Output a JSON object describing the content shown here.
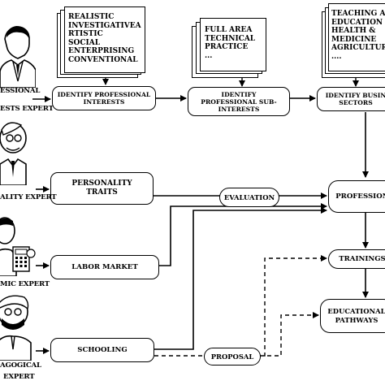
{
  "experts": [
    {
      "label": "ESSIONAL",
      "sub": "ESTS EXPERT",
      "icon": "professional-expert-icon"
    },
    {
      "label": "ALITY EXPERT",
      "icon": "personality-expert-icon"
    },
    {
      "label": "MIC EXPERT",
      "icon": "economic-expert-icon"
    },
    {
      "label": "AGOGICAL",
      "sub": "EXPERT",
      "icon": "pedagogical-expert-icon"
    }
  ],
  "piles": {
    "interests": "REALISTIC\nINVESTIGATIVEA\nRTISTIC\nSOCIAL\nENTERPRISING\nCONVENTIONAL",
    "sub_interests": "FULL AREA\nTECHNICAL\nPRACTICE\n...",
    "sectors": "TEACHING AN\nEDUCATION\nHEALTH &\nMEDICINE\nAGRICULTURE\n...."
  },
  "process": {
    "identify_interests": "IDENTIFY PROFESSIONAL\nINTERESTS",
    "identify_sub_interests": "IDENTIFY\nPROFESSIONAL SUB-\nINTERESTS",
    "identify_sectors": "IDENTIFY BUSIN\nSECTORS"
  },
  "inputs": {
    "personality": "PERSONALITY\nTRAITS",
    "labor": "LABOR MARKET",
    "schooling": "SCHOOLING"
  },
  "nodes": {
    "evaluation": "EVALUATION",
    "proposal": "PROPOSAL",
    "professions": "PROFESSIONS",
    "trainings": "TRAININGS",
    "educational": "EDUCATIONAL\nPATHWAYS"
  }
}
